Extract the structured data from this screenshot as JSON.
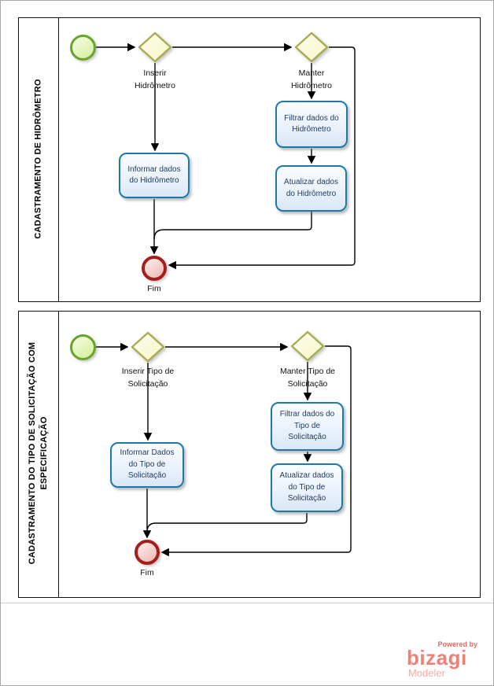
{
  "diagram": {
    "type": "BPMN process diagram",
    "pools": [
      {
        "lane_title": "CADASTRAMENTO DE HIDRÔMETRO",
        "gateway_insert_label": "Inserir\nHidrômetro",
        "gateway_maintain_label": "Manter\nHidrômetro",
        "task_inform": "Informar dados\ndo Hidrômetro",
        "task_filter": "Filtrar dados do\nHidrômetro",
        "task_update": "Atualizar dados\ndo Hidrômetro",
        "end_label": "Fim"
      },
      {
        "lane_title": "CADASTRAMENTO DO TIPO DE SOLICITAÇÃO COM\nESPECIFICAÇÃO",
        "gateway_insert_label": "Inserir Tipo de\nSolicitação",
        "gateway_maintain_label": "Manter Tipo de\nSolicitação",
        "task_inform": "Informar Dados\ndo Tipo de\nSolicitação",
        "task_filter": "Filtrar dados do\nTipo de\nSolicitação",
        "task_update": "Atualizar dados\ndo Tipo de\nSolicitação",
        "end_label": "Fim"
      }
    ],
    "branding": {
      "powered_by": "Powered by",
      "brand": "bizagi",
      "product": "Modeler"
    },
    "colors": {
      "task_border": "#1b7aa9",
      "task_fill": "#e3edf9",
      "task_text": "#1d3a5f",
      "gateway_border": "#a9a94d",
      "gateway_fill": "#fbfbd9",
      "start_border": "#69a42d",
      "start_fill": "#dcf0a4",
      "end_border": "#a51e1e",
      "end_fill": "#f3c5c0",
      "flow_line": "#000000",
      "brand_salmon": "#ee8176"
    }
  }
}
